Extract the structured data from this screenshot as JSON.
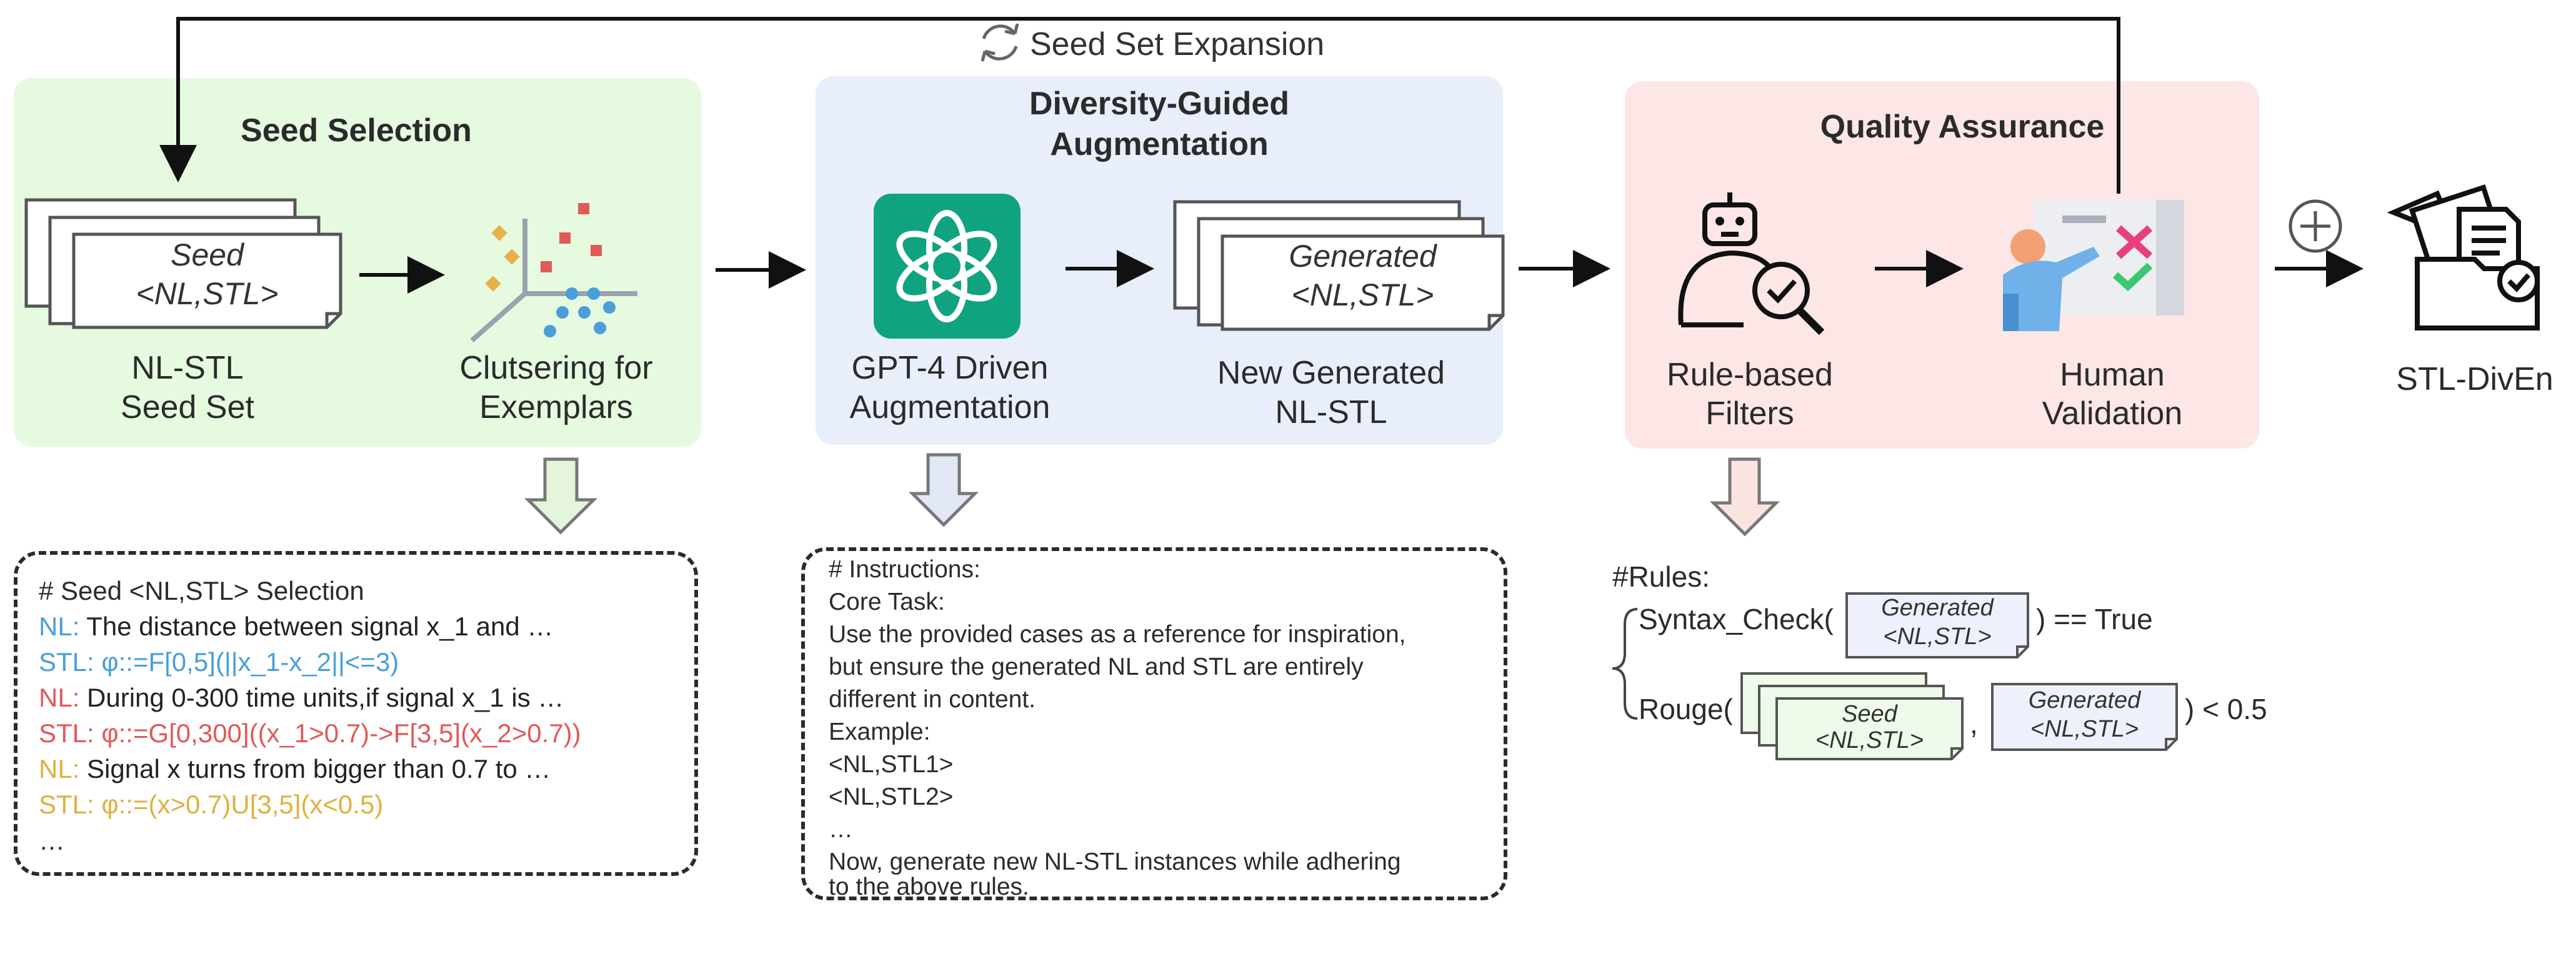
{
  "top_loop": {
    "label": "Seed Set Expansion"
  },
  "panels": {
    "seed_selection": {
      "title": "Seed Selection",
      "seed_card": {
        "line1": "Seed",
        "line2": "<NL,STL>"
      },
      "seed_caption": [
        "NL-STL",
        "Seed Set"
      ],
      "cluster_caption": [
        "Clutsering for",
        "Exemplars"
      ]
    },
    "augmentation": {
      "title": [
        "Diversity-Guided",
        "Augmentation"
      ],
      "gpt_caption": [
        "GPT-4 Driven",
        "Augmentation"
      ],
      "gen_card": {
        "line1": "Generated",
        "line2": "<NL,STL>"
      },
      "gen_caption": [
        "New Generated",
        "NL-STL"
      ]
    },
    "quality": {
      "title": "Quality Assurance",
      "filter_caption": [
        "Rule-based",
        "Filters"
      ],
      "human_caption": [
        "Human",
        "Validation"
      ]
    }
  },
  "output": {
    "label": "STL-DivEn"
  },
  "seed_box": {
    "heading": "# Seed <NL,STL> Selection",
    "lines": [
      {
        "prefix": "NL:",
        "text": " The distance between signal x_1 and …",
        "color": "#4a9fd8"
      },
      {
        "prefix": "STL:",
        "text": " φ::=F[0,5](||x_1-x_2||<=3)",
        "color": "#4a9fd8"
      },
      {
        "prefix": "NL:",
        "text": " During 0-300 time units,if signal x_1 is  …",
        "color": "#e05a5a"
      },
      {
        "prefix": "STL:",
        "text": " φ::=G[0,300]((x_1>0.7)->F[3,5](x_2>0.7))",
        "color": "#e05a5a"
      },
      {
        "prefix": "NL:",
        "text": " Signal x turns from bigger than 0.7 to …",
        "color": "#e0b040"
      },
      {
        "prefix": "STL:",
        "text": " φ::=(x>0.7)U[3,5](x<0.5)",
        "color": "#e0b040"
      }
    ],
    "ellipsis": "…"
  },
  "instructions_box": {
    "lines": [
      "# Instructions:",
      "Core Task:",
      "Use the provided cases as  a reference for inspiration,",
      "but ensure the generated NL and STL are entirely",
      "different in content.",
      "Example:",
      "<NL,STL1>",
      "<NL,STL2>",
      "…",
      "Now, generate new NL-STL instances while adhering",
      "to the above rules."
    ]
  },
  "rules_box": {
    "heading": "#Rules:",
    "syntax_prefix": "Syntax_Check(",
    "syntax_suffix": ") == True",
    "rouge_prefix": "Rouge(",
    "rouge_comma": ",",
    "rouge_suffix": ") < 0.5",
    "gen_card": {
      "line1": "Generated",
      "line2": "<NL,STL>"
    },
    "seed_card": {
      "line1": "Seed",
      "line2": "<NL,STL>"
    }
  },
  "colors": {
    "seed_panel": "#e6fae0",
    "aug_panel": "#e8eefa",
    "qa_panel": "#fde6e6",
    "gpt_green": "#10a37f",
    "seed_arrow_fill": "#e4f5dc",
    "aug_arrow_fill": "#e3e8f5",
    "qa_arrow_fill": "#fbe3e0"
  },
  "icons": [
    "cycle-icon",
    "gpt-logo-icon",
    "scatter-cluster-icon",
    "robot-search-icon",
    "human-validation-icon",
    "plus-circle-icon",
    "dataset-folder-icon"
  ]
}
